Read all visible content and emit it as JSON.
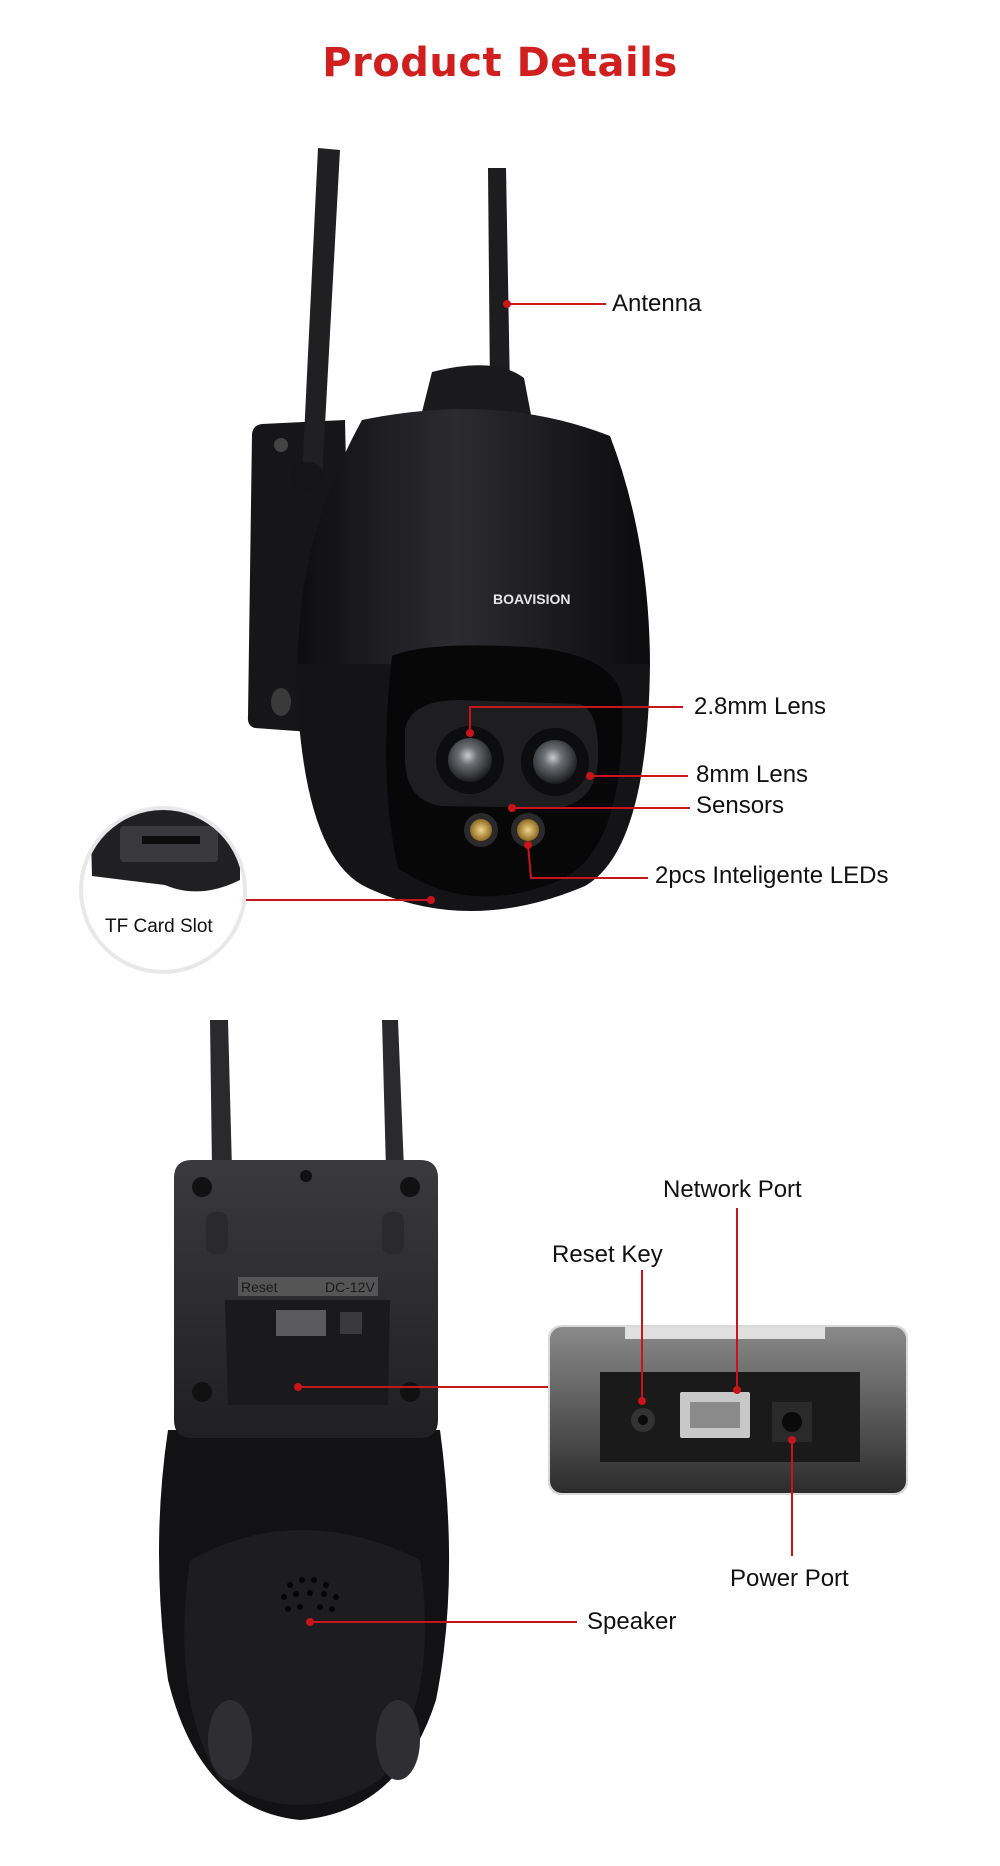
{
  "title": "Product Details",
  "colors": {
    "title": "#d01f1f",
    "callout_line": "#c8151b",
    "camera_body": "#1c1c1e",
    "led": "#c9a043"
  },
  "brand": "BOAVISION",
  "front_view": {
    "callouts": {
      "antenna": "Antenna",
      "lens_28": "2.8mm Lens",
      "lens_8": "8mm Lens",
      "sensors": "Sensors",
      "leds": "2pcs Inteligente LEDs",
      "tf_card": "TF Card Slot"
    }
  },
  "back_view": {
    "panel_text": {
      "reset": "Reset",
      "dc": "DC-12V"
    },
    "callouts": {
      "network_port": "Network Port",
      "reset_key": "Reset Key",
      "power_port": "Power Port",
      "speaker": "Speaker"
    }
  }
}
